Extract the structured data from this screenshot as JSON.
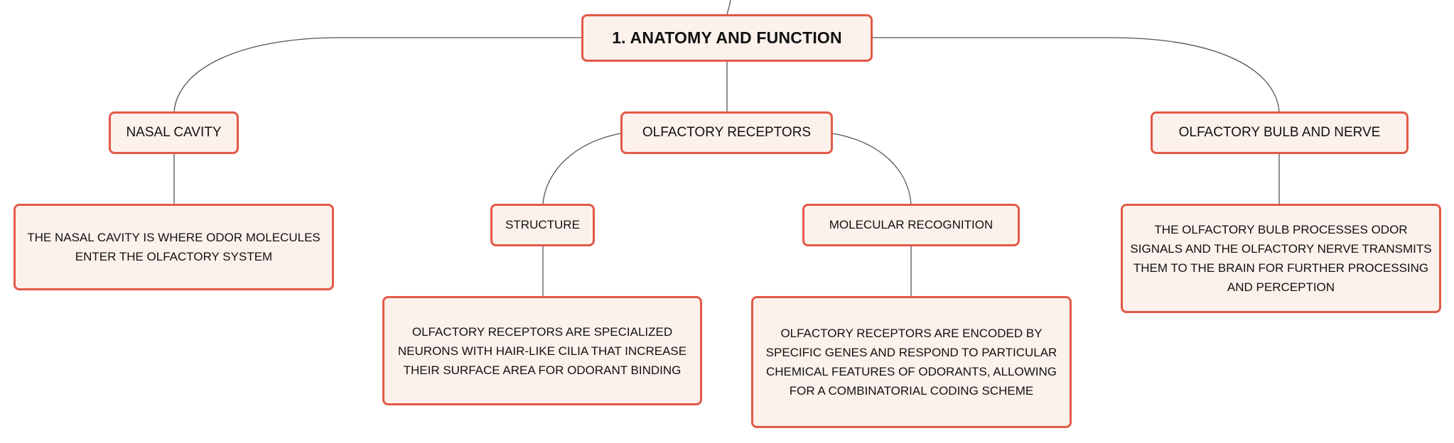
{
  "root": {
    "label": "1. ANATOMY AND FUNCTION"
  },
  "branches": {
    "nasal_cavity": {
      "label": "NASAL CAVITY",
      "detail": "THE NASAL CAVITY IS WHERE ODOR MOLECULES ENTER THE OLFACTORY SYSTEM"
    },
    "olfactory_receptors": {
      "label": "OLFACTORY RECEPTORS",
      "children": {
        "structure": {
          "label": "STRUCTURE",
          "detail": "OLFACTORY RECEPTORS ARE SPECIALIZED NEURONS WITH HAIR-LIKE CILIA THAT INCREASE THEIR SURFACE AREA FOR ODORANT BINDING"
        },
        "molecular_recognition": {
          "label": "MOLECULAR RECOGNITION",
          "detail": "OLFACTORY RECEPTORS ARE ENCODED BY SPECIFIC GENES AND RESPOND TO PARTICULAR CHEMICAL FEATURES OF ODORANTS, ALLOWING FOR A COMBINATORIAL CODING SCHEME"
        }
      }
    },
    "olfactory_bulb": {
      "label": "OLFACTORY BULB AND NERVE",
      "detail": "THE OLFACTORY BULB PROCESSES ODOR SIGNALS AND THE OLFACTORY NERVE TRANSMITS THEM TO THE BRAIN FOR FURTHER PROCESSING AND PERCEPTION"
    }
  },
  "colors": {
    "node_border": "#e25a48",
    "node_fill": "#fdf1ec",
    "connector": "#555555",
    "text": "#111111"
  }
}
